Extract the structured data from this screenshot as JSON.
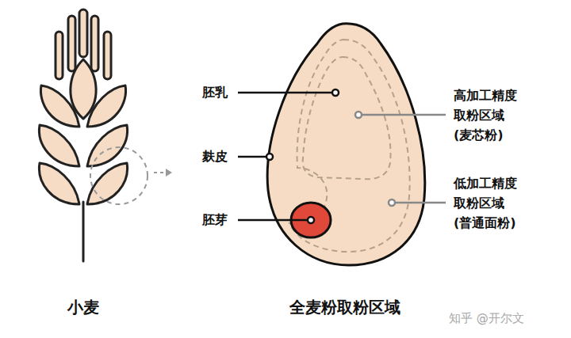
{
  "diagram": {
    "labels": [
      "胚乳",
      "麸皮",
      "胚芽",
      "高加工精度 取粉区域 (麦芯粉)",
      "低加工精度 取粉区域 (普通面粉)",
      "小麦",
      "全麦粉取粉区域",
      "知乎 @开尔文"
    ]
  }
}
